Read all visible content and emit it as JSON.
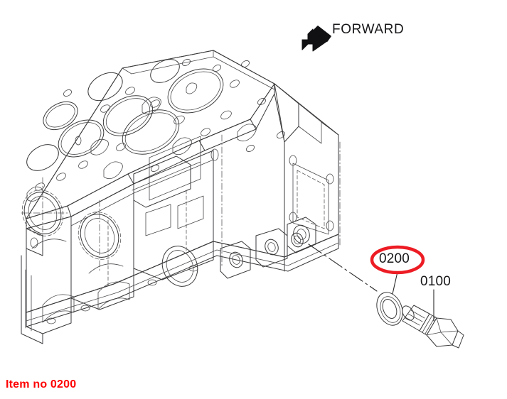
{
  "diagram": {
    "type": "parts-exploded-diagram",
    "subject": "engine cylinder block",
    "orientation_marker": {
      "label": "FORWARD",
      "icon": "block-arrow-icon",
      "direction": "right-up"
    },
    "callouts": [
      {
        "id": "0200",
        "label": "0200",
        "part": "sealing washer / gasket ring",
        "highlighted": true,
        "highlight_color": "#ed1c24",
        "highlight_shape": "ellipse"
      },
      {
        "id": "0100",
        "label": "0100",
        "part": "pressure switch / sensor with hex head",
        "highlighted": false
      }
    ],
    "caption": {
      "text": "Item no 0200",
      "color": "#ff0000"
    },
    "line_color": "#3a3a3c",
    "background": "#ffffff"
  }
}
